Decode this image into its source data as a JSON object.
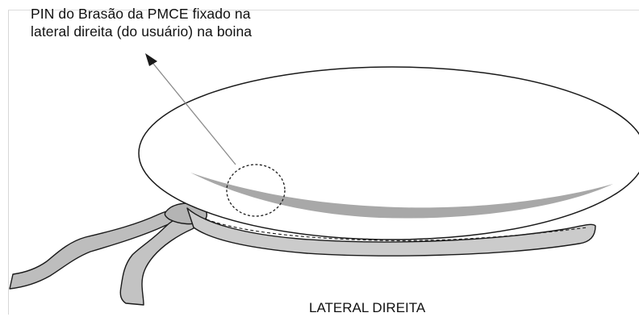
{
  "annotation": {
    "line1": "PIN do Brasão da PMCE fixado na",
    "line2": "lateral direita (do usuário) na boina"
  },
  "view_label": "LATERAL DIREITA",
  "colors": {
    "outline": "#1a1a1a",
    "crown_fill": "#ffffff",
    "band_fill": "#c9c9c9",
    "ribbon_fill": "#bdbdbd",
    "crease": "#a8a8a8",
    "pointer": "#8a8a8a"
  }
}
